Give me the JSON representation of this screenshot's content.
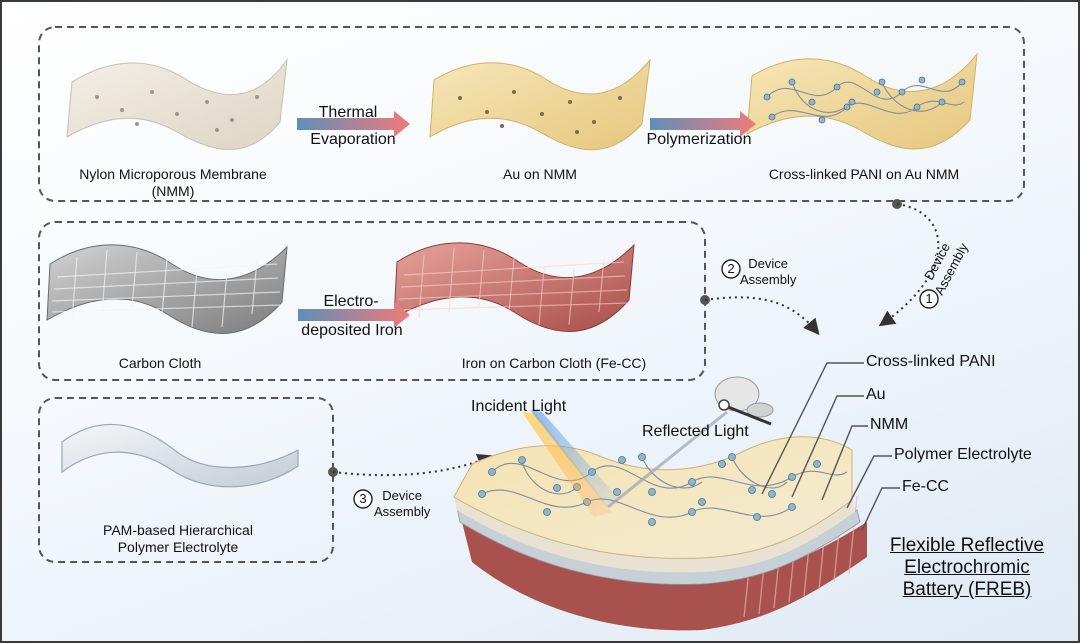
{
  "rows": {
    "nmm_label": "Nylon Microporous Membrane",
    "nmm_abbr": "(NMM)",
    "step_thermal_1": "Thermal",
    "step_thermal_2": "Evaporation",
    "au_nmm_label": "Au on NMM",
    "step_polymerization": "Polymerization",
    "pani_label": "Cross-linked PANI on Au NMM",
    "carbon_label": "Carbon Cloth",
    "step_electro_1": "Electro-",
    "step_electro_2": "deposited Iron",
    "fecc_label": "Iron on Carbon Cloth (Fe-CC)",
    "pam_label_1": "PAM-based Hierarchical",
    "pam_label_2": "Polymer Electrolyte"
  },
  "assembly": {
    "step1_num": "1",
    "step1_word1": "Device",
    "step1_word2": "Assembly",
    "step2_num": "2",
    "step2_word1": "Device",
    "step2_word2": "Assembly",
    "step3_num": "3",
    "step3_word1": "Device",
    "step3_word2": "Assembly"
  },
  "device": {
    "incident_light": "Incident Light",
    "reflected_light": "Reflected Light",
    "layers": [
      "Cross-linked PANI",
      "Au",
      "NMM",
      "Polymer Electrolyte",
      "Fe-CC"
    ],
    "title_1": "Flexible Reflective",
    "title_2": "Electrochromic",
    "title_3": "Battery (FREB)"
  },
  "colors": {
    "membrane": "#ece6d8",
    "gold_membrane": "#f1dca2",
    "pani_node": "#8fb6cf",
    "carbon": "#a4a4a4",
    "iron": "#c0655f",
    "arrow_start": "#5f8fb8",
    "arrow_end": "#f07a7a",
    "dashed_box": "#555555"
  }
}
